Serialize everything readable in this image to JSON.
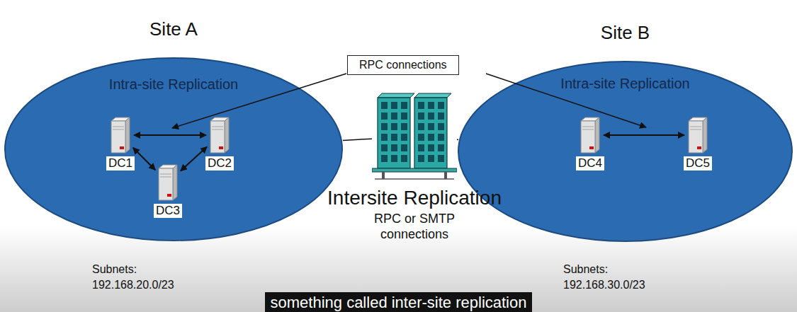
{
  "diagram": {
    "caption": "something called inter-site replication",
    "nodes": [
      {
        "text": [
          "Site A",
          "Intra-site Replication"
        ]
      },
      {
        "text": [
          "DC1"
        ],
        "in": 0
      },
      {
        "text": [
          "DC2"
        ],
        "in": 0
      },
      {
        "text": [
          "DC3"
        ],
        "in": 0
      },
      {
        "text": [
          "Site B",
          "Intra-site Replication"
        ]
      },
      {
        "text": [
          "DC4"
        ],
        "in": 4
      },
      {
        "text": [
          "DC5"
        ],
        "in": 4
      },
      {
        "text": [
          "RPC connections"
        ]
      },
      {
        "text": [
          "Intersite Replication",
          "RPC or SMTP connections"
        ]
      }
    ],
    "edges": [
      {
        "from": 1,
        "to": 2,
        "arrow": "both"
      },
      {
        "from": 1,
        "to": 3,
        "arrow": "both"
      },
      {
        "from": 2,
        "to": 3,
        "arrow": "both"
      },
      {
        "from": 5,
        "to": 6,
        "arrow": "both"
      },
      {
        "from": 0,
        "to": 8,
        "arrow": "none"
      },
      {
        "from": 8,
        "to": 4,
        "arrow": "none"
      }
    ],
    "labels": [
      "Subnets: 192.168.20.0/23",
      "Subnets: 192.168.30.0/23"
    ]
  }
}
